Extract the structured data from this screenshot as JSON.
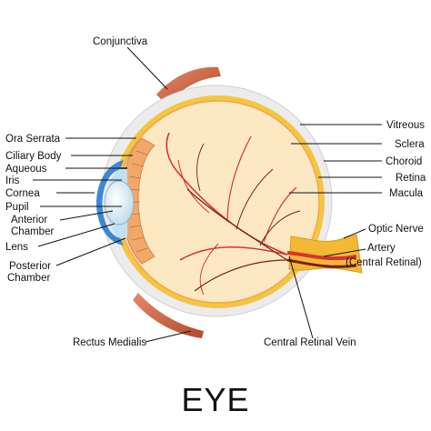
{
  "title": "EYE",
  "labels": {
    "conjunctiva": "Conjunctiva",
    "ora_serrata": "Ora Serrata",
    "ciliary_body": "Ciliary Body",
    "aqueous": "Aqueous",
    "iris": "Iris",
    "cornea": "Cornea",
    "pupil": "Pupil",
    "anterior_chamber_1": "Anterior",
    "anterior_chamber_2": "Chamber",
    "lens": "Lens",
    "posterior_chamber_1": "Posterior",
    "posterior_chamber_2": "Chamber",
    "rectus_medialis": "Rectus Medialis",
    "vitreous": "Vitreous",
    "sclera": "Sclera",
    "choroid": "Choroid",
    "retina": "Retina",
    "macula": "Macula",
    "optic_nerve": "Optic Nerve",
    "artery_1": "Artery",
    "artery_2": "(Central Retinal)",
    "central_retinal_vein": "Central Retinal Vein"
  },
  "colors": {
    "sclera": "#ececec",
    "choroid": "#f5c542",
    "vitreous": "#fbe7bf",
    "muscle": "#c9603a",
    "cornea": "#3f87d6",
    "vessel": "#d8332a",
    "vein": "#7a1e12",
    "optic_nerve": "#f3b934"
  }
}
